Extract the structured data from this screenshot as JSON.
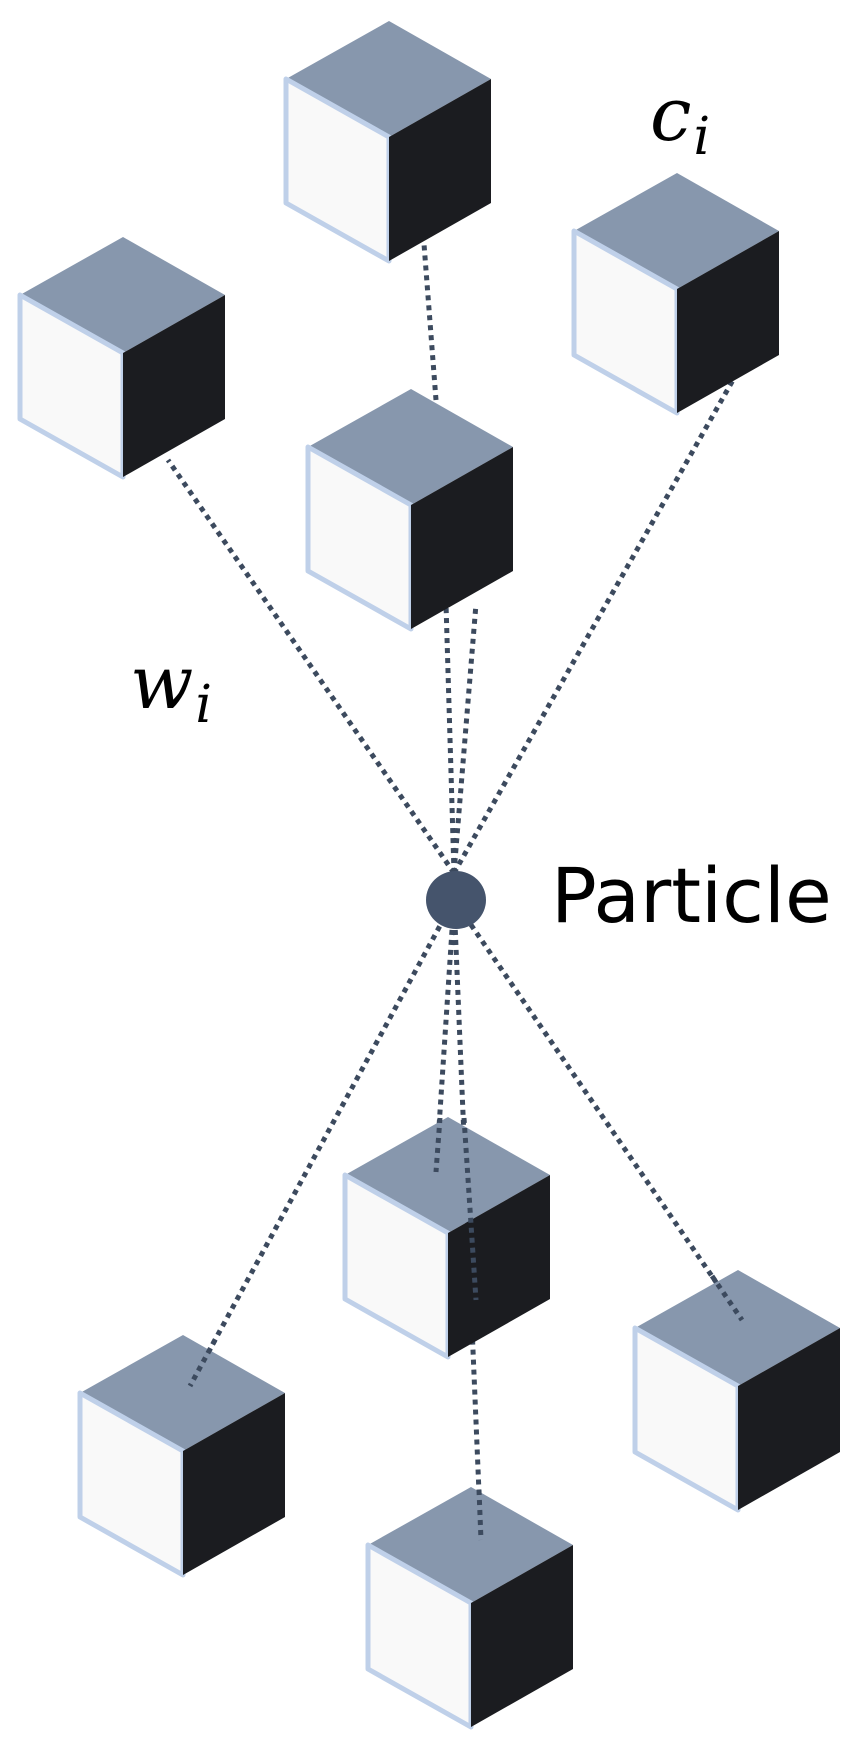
{
  "labels": {
    "weight_main": "w",
    "weight_sub": "i",
    "cell_main": "c",
    "cell_sub": "i",
    "particle": "Particle"
  },
  "colors": {
    "cube_top": "#8797ad",
    "cube_front": "#f9f9f9",
    "cube_front_edge": "#bfd0e9",
    "cube_side": "#1b1c20",
    "link": "#3c4a5e",
    "particle": "#45546c",
    "text": "#000000"
  },
  "cubes": [
    {
      "id": "top-left"
    },
    {
      "id": "top-center"
    },
    {
      "id": "top-right"
    },
    {
      "id": "upper-center"
    },
    {
      "id": "lower-center"
    },
    {
      "id": "lower-right"
    },
    {
      "id": "lower-left"
    },
    {
      "id": "bottom-center"
    }
  ]
}
